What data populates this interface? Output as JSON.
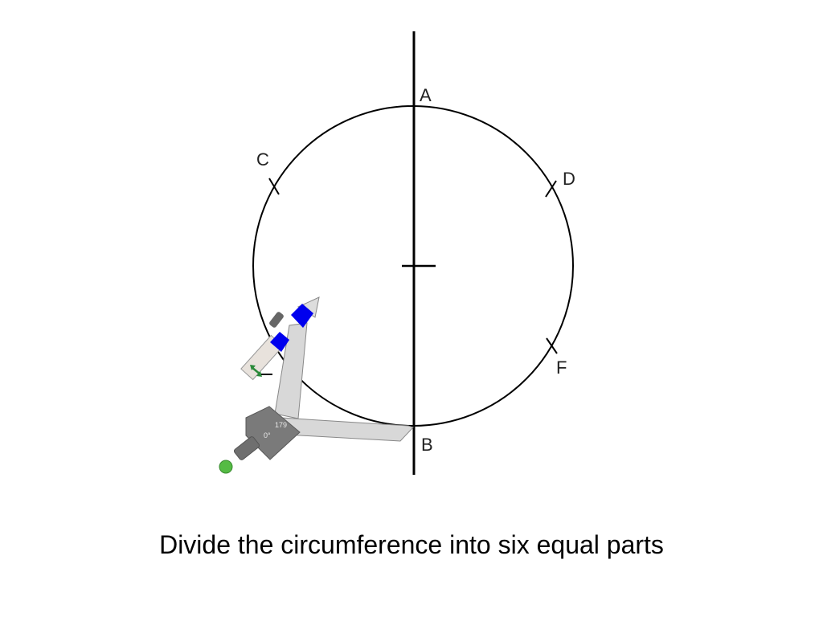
{
  "caption": "Divide the circumference into six equal parts",
  "points": {
    "A": "A",
    "B": "B",
    "C": "C",
    "D": "D",
    "F": "F"
  },
  "compass": {
    "angle_readout": "179",
    "zero_readout": "0°",
    "pencil_lead_color": "#0000ee",
    "handle_color": "#55bb44"
  },
  "colors": {
    "ink": "#000000",
    "compass_body": "#777777",
    "compass_arm": "#d8d8d8"
  }
}
